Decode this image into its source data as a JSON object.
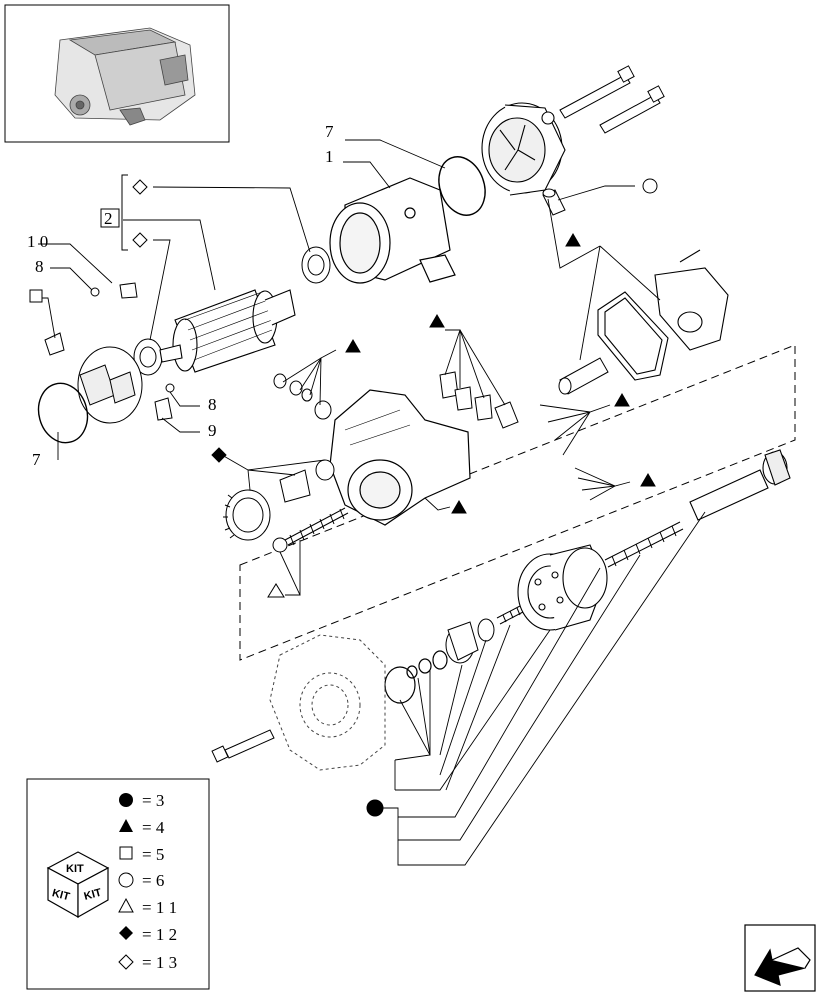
{
  "callouts": {
    "c1": "1",
    "c2": "2",
    "c7a": "7",
    "c7b": "7",
    "c8a": "8",
    "c8b": "8",
    "c9": "9",
    "c10": "1 0"
  },
  "legend": {
    "kit_label": "KIT",
    "rows": [
      {
        "symbol": "filled-circle",
        "text": "= 3"
      },
      {
        "symbol": "filled-triangle",
        "text": "= 4"
      },
      {
        "symbol": "hollow-square",
        "text": "= 5"
      },
      {
        "symbol": "hollow-circle",
        "text": "= 6"
      },
      {
        "symbol": "hollow-triangle",
        "text": "= 1 1"
      },
      {
        "symbol": "filled-diamond",
        "text": "= 1 2"
      },
      {
        "symbol": "hollow-diamond",
        "text": "= 1 3"
      }
    ]
  },
  "nav": {
    "icon": "arrow-back-icon"
  }
}
